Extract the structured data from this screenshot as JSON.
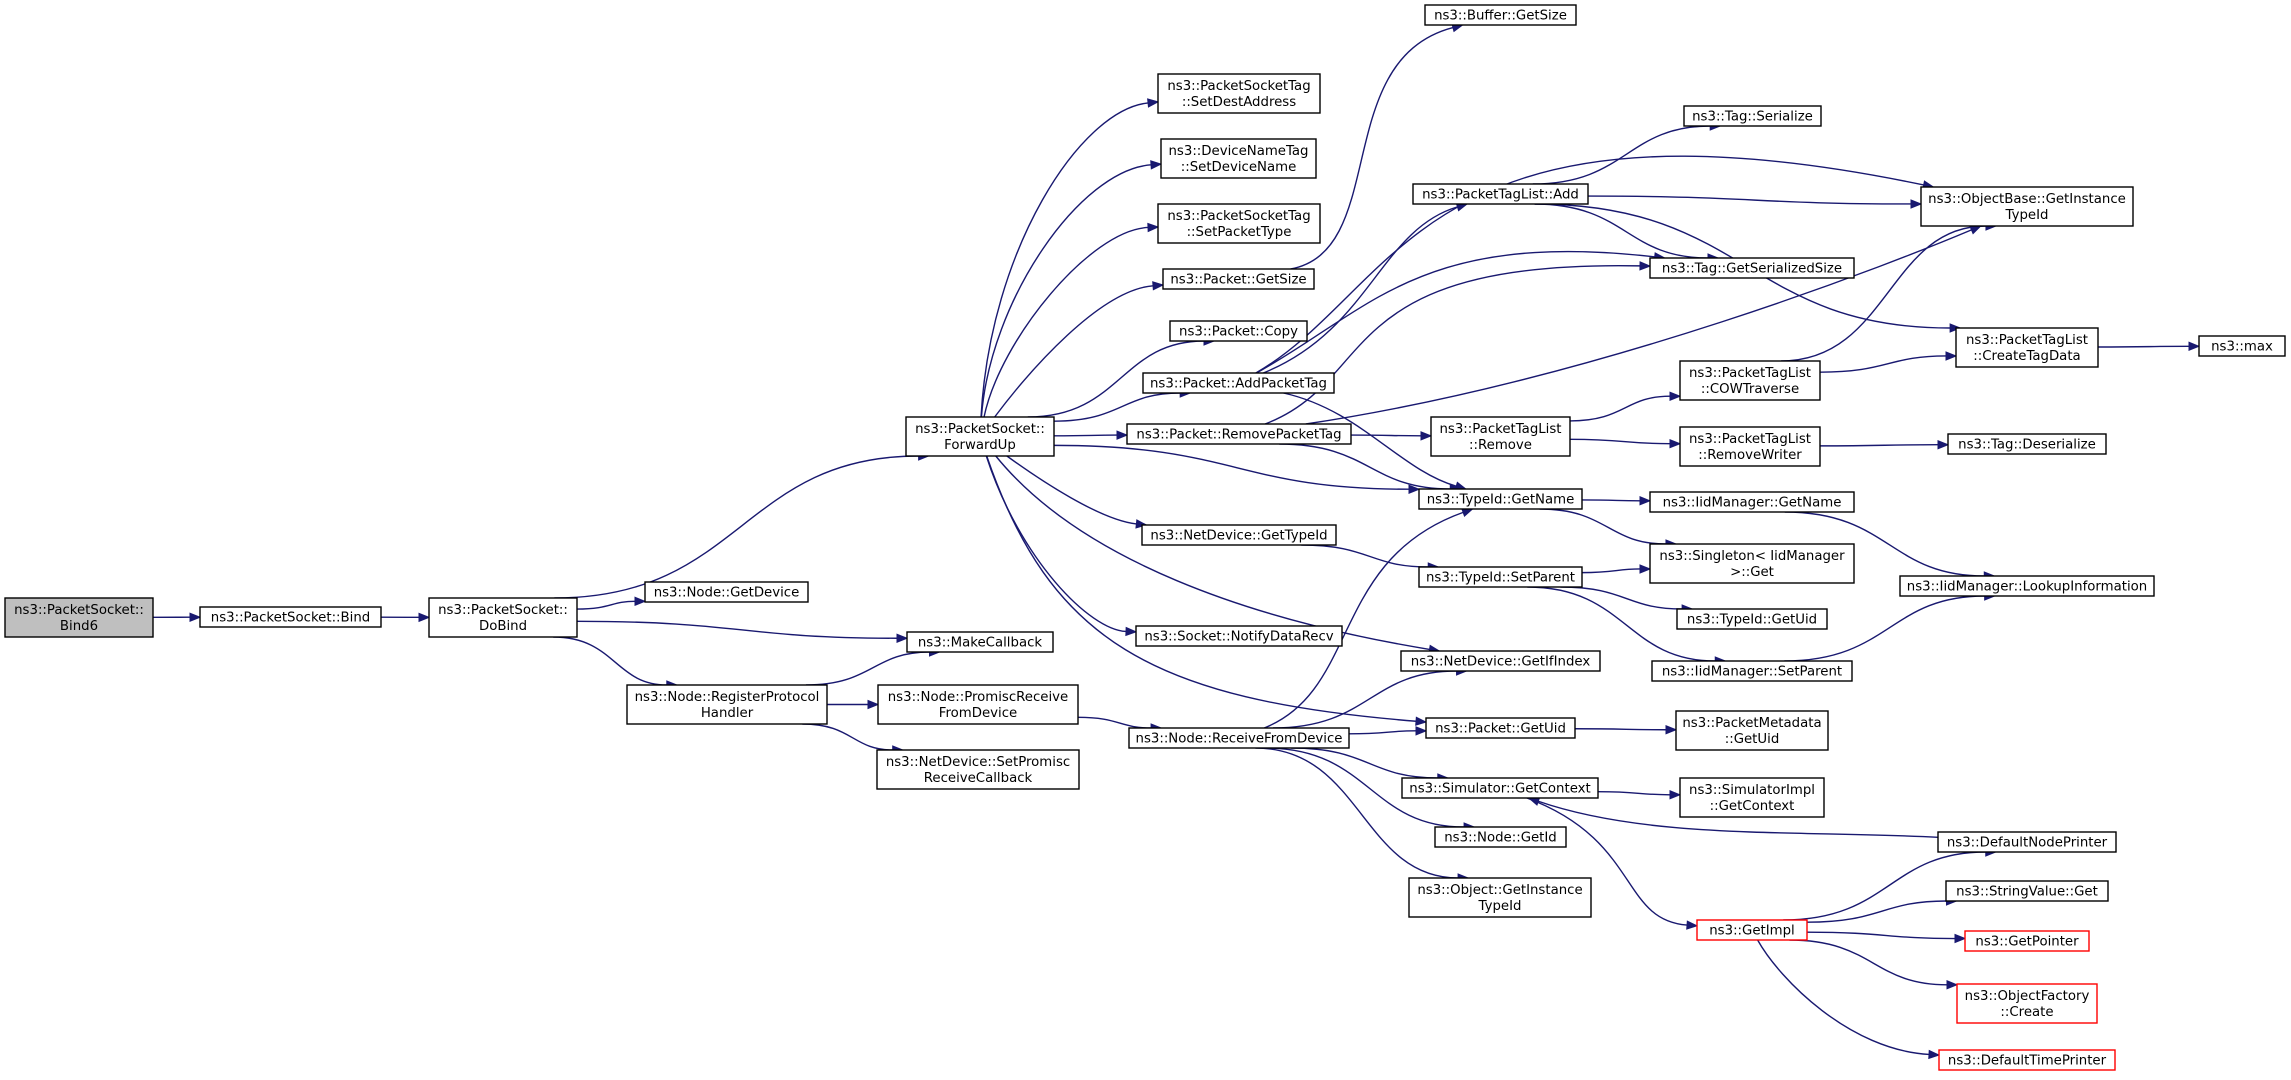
{
  "colors": {
    "edge": "#191970",
    "node_border": "#000000",
    "node_border_truncated": "#ff0000",
    "root_fill": "#bfbfbf",
    "node_fill": "#ffffff",
    "background": "#ffffff"
  },
  "nodes": [
    {
      "id": "bind6",
      "lines": [
        "ns3::PacketSocket::",
        "Bind6"
      ],
      "root": true
    },
    {
      "id": "bind",
      "lines": [
        "ns3::PacketSocket::Bind"
      ]
    },
    {
      "id": "dobind",
      "lines": [
        "ns3::PacketSocket::",
        "DoBind"
      ]
    },
    {
      "id": "getdevice",
      "lines": [
        "ns3::Node::GetDevice"
      ]
    },
    {
      "id": "makecallback",
      "lines": [
        "ns3::MakeCallback"
      ]
    },
    {
      "id": "regproto",
      "lines": [
        "ns3::Node::RegisterProtocol",
        "Handler"
      ]
    },
    {
      "id": "forwardup",
      "lines": [
        "ns3::PacketSocket::",
        "ForwardUp"
      ]
    },
    {
      "id": "promiscrecv",
      "lines": [
        "ns3::Node::PromiscReceive",
        "FromDevice"
      ]
    },
    {
      "id": "setpromisc",
      "lines": [
        "ns3::NetDevice::SetPromisc",
        "ReceiveCallback"
      ]
    },
    {
      "id": "setdest",
      "lines": [
        "ns3::PacketSocketTag",
        "::SetDestAddress"
      ]
    },
    {
      "id": "setdevname",
      "lines": [
        "ns3::DeviceNameTag",
        "::SetDeviceName"
      ]
    },
    {
      "id": "setpkttype",
      "lines": [
        "ns3::PacketSocketTag",
        "::SetPacketType"
      ]
    },
    {
      "id": "pktgetsize",
      "lines": [
        "ns3::Packet::GetSize"
      ]
    },
    {
      "id": "pktcopy",
      "lines": [
        "ns3::Packet::Copy"
      ]
    },
    {
      "id": "addpkttag",
      "lines": [
        "ns3::Packet::AddPacketTag"
      ]
    },
    {
      "id": "rempkttag",
      "lines": [
        "ns3::Packet::RemovePacketTag"
      ]
    },
    {
      "id": "ndgettypeid",
      "lines": [
        "ns3::NetDevice::GetTypeId"
      ]
    },
    {
      "id": "notifydatarecv",
      "lines": [
        "ns3::Socket::NotifyDataRecv"
      ]
    },
    {
      "id": "recvfromdev",
      "lines": [
        "ns3::Node::ReceiveFromDevice"
      ]
    },
    {
      "id": "buffergetsize",
      "lines": [
        "ns3::Buffer::GetSize"
      ]
    },
    {
      "id": "ptladd",
      "lines": [
        "ns3::PacketTagList::Add"
      ]
    },
    {
      "id": "ptlremove",
      "lines": [
        "ns3::PacketTagList",
        "::Remove"
      ]
    },
    {
      "id": "typeidgetname",
      "lines": [
        "ns3::TypeId::GetName"
      ]
    },
    {
      "id": "typeidsetparent",
      "lines": [
        "ns3::TypeId::SetParent"
      ]
    },
    {
      "id": "ndgetifindex",
      "lines": [
        "ns3::NetDevice::GetIfIndex"
      ]
    },
    {
      "id": "pktgetuid",
      "lines": [
        "ns3::Packet::GetUid"
      ]
    },
    {
      "id": "simgetcontext",
      "lines": [
        "ns3::Simulator::GetContext"
      ]
    },
    {
      "id": "nodegetid",
      "lines": [
        "ns3::Node::GetId"
      ]
    },
    {
      "id": "objgetinst",
      "lines": [
        "ns3::Object::GetInstance",
        "TypeId"
      ]
    },
    {
      "id": "tagserialize",
      "lines": [
        "ns3::Tag::Serialize"
      ]
    },
    {
      "id": "taggetsersize",
      "lines": [
        "ns3::Tag::GetSerializedSize"
      ]
    },
    {
      "id": "ptlcow",
      "lines": [
        "ns3::PacketTagList",
        "::COWTraverse"
      ]
    },
    {
      "id": "ptlremwriter",
      "lines": [
        "ns3::PacketTagList",
        "::RemoveWriter"
      ]
    },
    {
      "id": "iidgetname",
      "lines": [
        "ns3::IidManager::GetName"
      ]
    },
    {
      "id": "singletonget",
      "lines": [
        "ns3::Singleton< IidManager",
        ">::Get"
      ]
    },
    {
      "id": "typeidgetuid",
      "lines": [
        "ns3::TypeId::GetUid"
      ]
    },
    {
      "id": "iidsetparent",
      "lines": [
        "ns3::IidManager::SetParent"
      ]
    },
    {
      "id": "pmdgetuid",
      "lines": [
        "ns3::PacketMetadata",
        "::GetUid"
      ]
    },
    {
      "id": "simimplgetctx",
      "lines": [
        "ns3::SimulatorImpl",
        "::GetContext"
      ]
    },
    {
      "id": "getimpl",
      "lines": [
        "ns3::GetImpl"
      ],
      "truncated": true
    },
    {
      "id": "objbasegetinst",
      "lines": [
        "ns3::ObjectBase::GetInstance",
        "TypeId"
      ]
    },
    {
      "id": "ptlcreatetag",
      "lines": [
        "ns3::PacketTagList",
        "::CreateTagData"
      ]
    },
    {
      "id": "tagdeserialize",
      "lines": [
        "ns3::Tag::Deserialize"
      ]
    },
    {
      "id": "iidlookup",
      "lines": [
        "ns3::IidManager::LookupInformation"
      ]
    },
    {
      "id": "defnodeprinter",
      "lines": [
        "ns3::DefaultNodePrinter"
      ]
    },
    {
      "id": "stringvalueget",
      "lines": [
        "ns3::StringValue::Get"
      ]
    },
    {
      "id": "getpointer",
      "lines": [
        "ns3::GetPointer"
      ],
      "truncated": true
    },
    {
      "id": "objfactcreate",
      "lines": [
        "ns3::ObjectFactory",
        "::Create"
      ],
      "truncated": true
    },
    {
      "id": "deftimeprinter",
      "lines": [
        "ns3::DefaultTimePrinter"
      ],
      "truncated": true
    },
    {
      "id": "max",
      "lines": [
        "ns3::max"
      ]
    }
  ],
  "edges": [
    [
      "bind6",
      "bind"
    ],
    [
      "bind",
      "dobind"
    ],
    [
      "dobind",
      "forwardup"
    ],
    [
      "dobind",
      "getdevice"
    ],
    [
      "dobind",
      "makecallback"
    ],
    [
      "dobind",
      "regproto"
    ],
    [
      "regproto",
      "makecallback"
    ],
    [
      "regproto",
      "promiscrecv"
    ],
    [
      "regproto",
      "setpromisc"
    ],
    [
      "promiscrecv",
      "recvfromdev"
    ],
    [
      "forwardup",
      "setdest"
    ],
    [
      "forwardup",
      "setdevname"
    ],
    [
      "forwardup",
      "setpkttype"
    ],
    [
      "forwardup",
      "pktgetsize"
    ],
    [
      "forwardup",
      "pktcopy"
    ],
    [
      "forwardup",
      "addpkttag"
    ],
    [
      "forwardup",
      "rempkttag"
    ],
    [
      "forwardup",
      "typeidgetname"
    ],
    [
      "forwardup",
      "ndgettypeid"
    ],
    [
      "forwardup",
      "notifydatarecv"
    ],
    [
      "forwardup",
      "ndgetifindex"
    ],
    [
      "forwardup",
      "pktgetuid"
    ],
    [
      "pktgetsize",
      "buffergetsize"
    ],
    [
      "addpkttag",
      "ptladd"
    ],
    [
      "addpkttag",
      "objbasegetinst"
    ],
    [
      "addpkttag",
      "taggetsersize"
    ],
    [
      "addpkttag",
      "typeidgetname"
    ],
    [
      "rempkttag",
      "ptlremove"
    ],
    [
      "rempkttag",
      "objbasegetinst"
    ],
    [
      "rempkttag",
      "taggetsersize"
    ],
    [
      "rempkttag",
      "typeidgetname"
    ],
    [
      "ndgettypeid",
      "typeidsetparent"
    ],
    [
      "recvfromdev",
      "typeidgetname"
    ],
    [
      "recvfromdev",
      "ndgetifindex"
    ],
    [
      "recvfromdev",
      "pktgetuid"
    ],
    [
      "recvfromdev",
      "simgetcontext"
    ],
    [
      "recvfromdev",
      "nodegetid"
    ],
    [
      "recvfromdev",
      "objgetinst"
    ],
    [
      "ptladd",
      "tagserialize"
    ],
    [
      "ptladd",
      "objbasegetinst"
    ],
    [
      "ptladd",
      "taggetsersize"
    ],
    [
      "ptladd",
      "ptlcreatetag"
    ],
    [
      "ptlremove",
      "ptlcow"
    ],
    [
      "ptlremove",
      "ptlremwriter"
    ],
    [
      "ptlcow",
      "objbasegetinst"
    ],
    [
      "ptlcow",
      "ptlcreatetag"
    ],
    [
      "ptlcreatetag",
      "max"
    ],
    [
      "ptlremwriter",
      "tagdeserialize"
    ],
    [
      "typeidgetname",
      "iidgetname"
    ],
    [
      "typeidgetname",
      "singletonget"
    ],
    [
      "typeidsetparent",
      "singletonget"
    ],
    [
      "typeidsetparent",
      "typeidgetuid"
    ],
    [
      "typeidsetparent",
      "iidsetparent"
    ],
    [
      "iidgetname",
      "iidlookup"
    ],
    [
      "iidsetparent",
      "iidlookup"
    ],
    [
      "pktgetuid",
      "pmdgetuid"
    ],
    [
      "simgetcontext",
      "simimplgetctx"
    ],
    [
      "simgetcontext",
      "getimpl"
    ],
    [
      "defnodeprinter",
      "simgetcontext"
    ],
    [
      "getimpl",
      "defnodeprinter"
    ],
    [
      "getimpl",
      "stringvalueget"
    ],
    [
      "getimpl",
      "getpointer"
    ],
    [
      "getimpl",
      "objfactcreate"
    ],
    [
      "getimpl",
      "deftimeprinter"
    ]
  ]
}
